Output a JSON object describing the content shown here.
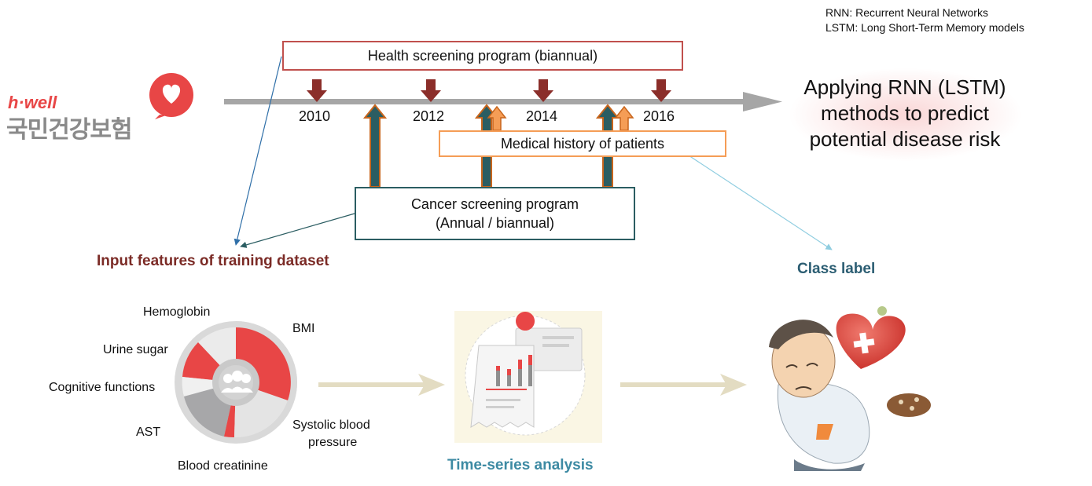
{
  "abbreviations": {
    "rnn": "RNN: Recurrent Neural Networks",
    "lstm": "LSTM: Long Short-Term Memory models"
  },
  "logo": {
    "brand": "h·well",
    "name": "국민건강보험"
  },
  "timeline": {
    "years": [
      "2010",
      "2012",
      "2014",
      "2016"
    ]
  },
  "programs": {
    "health": "Health screening program (biannual)",
    "medical": "Medical history of patients",
    "cancer_line1": "Cancer screening program",
    "cancer_line2": "(Annual / biannual)"
  },
  "outcome": {
    "text": "Applying RNN (LSTM) methods to predict potential disease risk"
  },
  "labels": {
    "input_features": "Input features of training dataset",
    "class_label": "Class label",
    "time_series": "Time-series analysis"
  },
  "features": {
    "hemoglobin": "Hemoglobin",
    "bmi": "BMI",
    "urine_sugar": "Urine sugar",
    "cognitive": "Cognitive functions",
    "ast": "AST",
    "blood_creatinine": "Blood creatinine",
    "systolic_line1": "Systolic blood",
    "systolic_line2": "pressure"
  },
  "colors": {
    "health": "#c0504d",
    "medical": "#f59d56",
    "cancer": "#2b5d62",
    "health_arrow": "#8b2e2a",
    "timeline": "#a6a6a6",
    "accent_red": "#e84646",
    "flow_arrow": "#e3dcc2"
  }
}
